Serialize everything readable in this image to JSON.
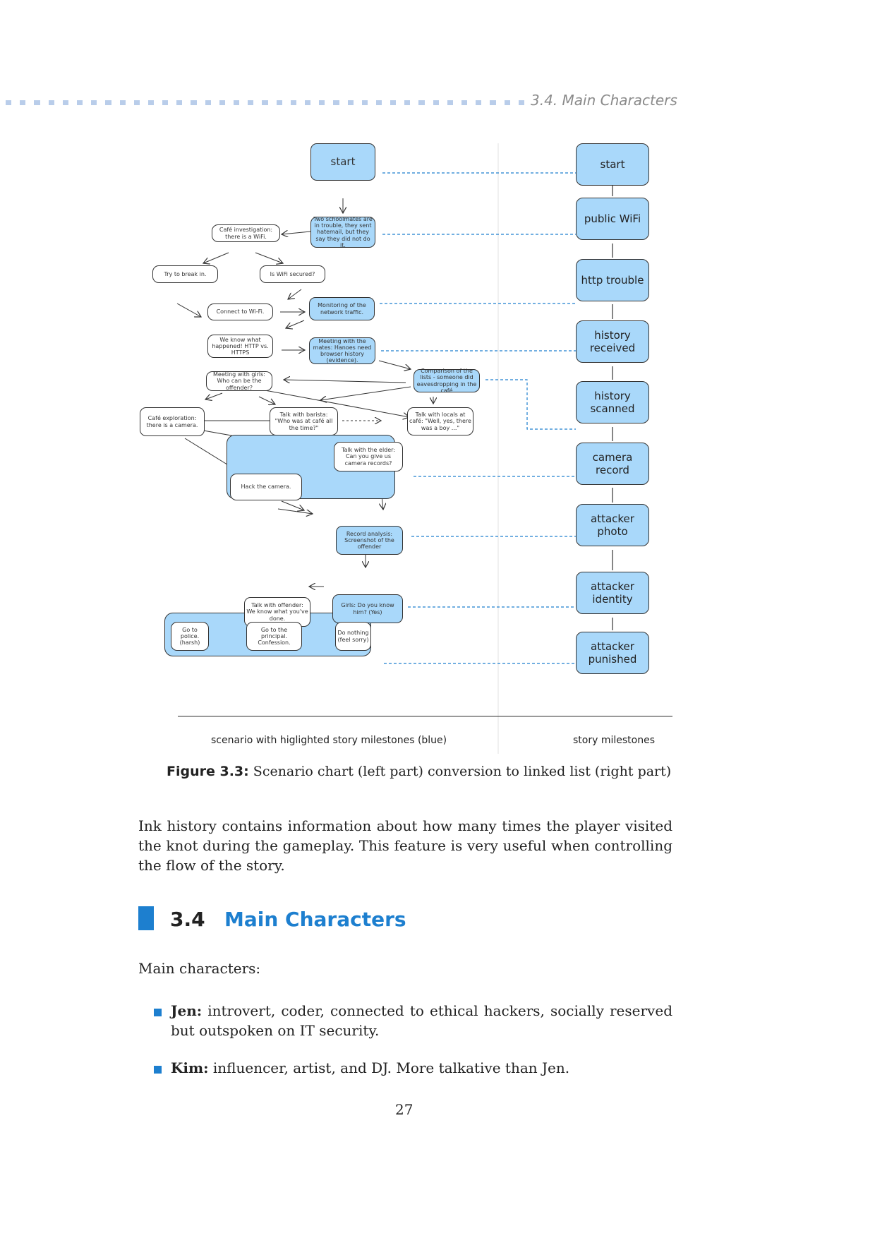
{
  "header": {
    "running_head": "3.4. Main Characters"
  },
  "figure": {
    "scenario_nodes": {
      "start": "start",
      "schoolmates": "Two schoolmates are in trouble, they sent hatemail, but they say they did not do it.",
      "cafe_investigation": "Café investigation: there is a WiFi.",
      "try_break_in": "Try to break in.",
      "wifi_secured": "Is WiFi secured?",
      "connect_wifi": "Connect to Wi-Fi.",
      "monitoring": "Monitoring of the network traffic.",
      "we_know": "We know what happened! HTTP vs. HTTPS",
      "meeting_mates": "Meeting with the mates: Hanoes need browser history (evidence).",
      "meeting_girls": "Meeting with girls: Who can be the offender?",
      "comparison": "Comparison of the lists - someone did eavesdropping in the café",
      "cafe_exploration": "Café exploration: there is a camera.",
      "talk_barista": "Talk with barista: \"Who was at café all the time?\"",
      "talk_locals": "Talk with locals at café: \"Well, yes, there was a boy ...\"",
      "talk_elder": "Talk with the elder: Can you give us camera records?",
      "hack_camera": "Hack the camera.",
      "record_analysis": "Record analysis: Screenshot of the offender",
      "girls_know": "Girls: Do you know him? (Yes)",
      "talk_offender": "Talk with offender: We know what you've done.",
      "go_police": "Go to police. (harsh)",
      "go_principal": "Go to the principal. Confession.",
      "do_nothing": "Do nothing (feel sorry)"
    },
    "milestones": [
      "start",
      "public WiFi",
      "http trouble",
      "history received",
      "history scanned",
      "camera record",
      "attacker photo",
      "attacker identity",
      "attacker punished"
    ],
    "left_label": "scenario with higlighted story milestones (blue)",
    "right_label": "story milestones",
    "colors": {
      "highlight": "#a9d8fa",
      "link": "#1d7fcf"
    }
  },
  "caption": {
    "label": "Figure 3.3:",
    "text": "Scenario chart (left part) conversion to linked list (right part)"
  },
  "body": {
    "paragraph": "Ink history contains information about how many times the player visited the knot during the gameplay. This feature is very useful when controlling the flow of the story.",
    "section_number": "3.4",
    "section_title": "Main Characters",
    "intro": "Main characters:",
    "bullets": [
      {
        "name": "Jen:",
        "text": "introvert, coder, connected to ethical hackers, socially reserved but outspoken on IT security."
      },
      {
        "name": "Kim:",
        "text": "influencer, artist, and DJ. More talkative than Jen."
      }
    ]
  },
  "page_number": "27"
}
